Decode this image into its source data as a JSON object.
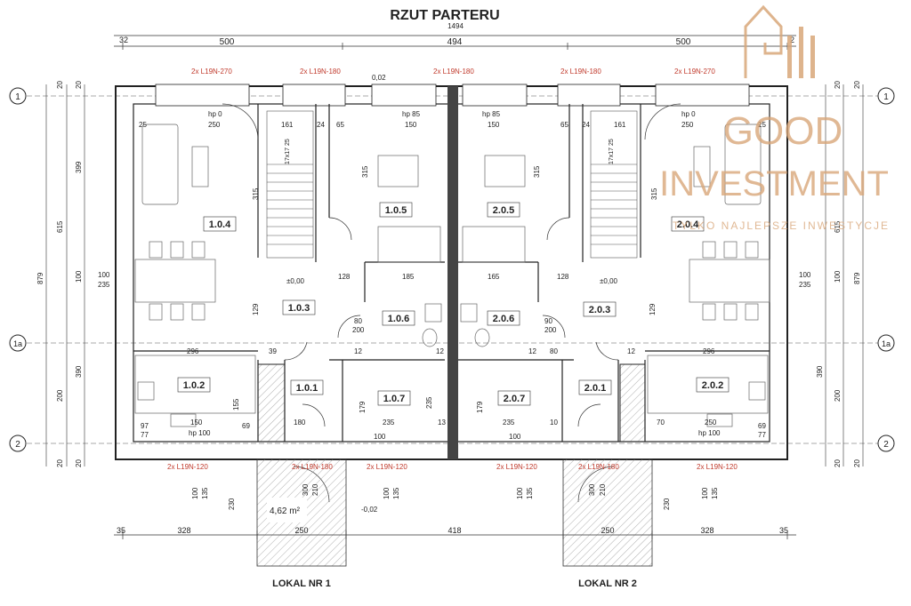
{
  "title": "RZUT PARTERU",
  "overall_width": "1494",
  "top_dims": [
    "32",
    "500",
    "494",
    "500",
    "2"
  ],
  "bottom_dims": [
    "35",
    "328",
    "250",
    "418",
    "250",
    "328",
    "35"
  ],
  "grid_axes": [
    "1",
    "1a",
    "2"
  ],
  "left_dims": {
    "a": "20",
    "b": "20",
    "c": "399",
    "d": "615",
    "e": "879",
    "f": "100",
    "g": "390",
    "h": "200",
    "i": "20",
    "j": "20"
  },
  "right_dims": {
    "a": "20",
    "b": "20",
    "c": "615",
    "d": "879",
    "e": "100",
    "f": "390",
    "g": "200",
    "h": "20",
    "i": "20"
  },
  "windows_top": [
    "2x L19N-270",
    "2x L19N-180",
    "2x L19N-180",
    "2x L19N-180",
    "2x L19N-270"
  ],
  "windows_bottom": [
    "2x L19N-120",
    "2x L19N-180",
    "2x L19N-120",
    "2x L19N-120",
    "2x L19N-180",
    "2x L19N-120"
  ],
  "rooms": [
    "1.0.4",
    "1.0.5",
    "2.0.5",
    "2.0.4",
    "1.0.3",
    "1.0.6",
    "2.0.6",
    "2.0.3",
    "1.0.2",
    "1.0.1",
    "1.0.7",
    "2.0.7",
    "2.0.1",
    "2.0.2"
  ],
  "levels": {
    "top": "0,02",
    "left": "±0,00",
    "right": "±0,00",
    "entrance": "-0,02"
  },
  "room_dims": {
    "hp0": "hp 0",
    "w250": "250",
    "d161": "161",
    "d24": "24",
    "d65": "65",
    "hp85": "hp 85",
    "w150": "150",
    "d25": "25",
    "d315": "315",
    "d80": "80",
    "d200": "200",
    "d128": "128",
    "d185": "185",
    "d165": "165",
    "d100": "100",
    "d235": "235",
    "d129": "129",
    "d296": "296",
    "d39": "39",
    "d12": "12",
    "d90": "90",
    "d155": "155",
    "d179": "179",
    "d180": "180",
    "d13": "13",
    "d10": "10",
    "d70": "70",
    "d97": "97",
    "d77": "77",
    "d69": "69",
    "hp100": "hp 100",
    "d300": "300",
    "d210": "210",
    "d135": "135",
    "d230": "230",
    "stairs": "17x17 25"
  },
  "terrace_area": "4,62 m²",
  "units": [
    "LOKAL NR 1",
    "LOKAL NR 2"
  ],
  "watermark": {
    "line1": "GOOD",
    "line2": "INVESTMENT",
    "tagline": "TYLKO NAJLEPSZE INWESTYCJE"
  },
  "colors": {
    "wall": "#222222",
    "dim": "#333333",
    "red": "#c0392b",
    "watermark": "#d9a77a"
  }
}
